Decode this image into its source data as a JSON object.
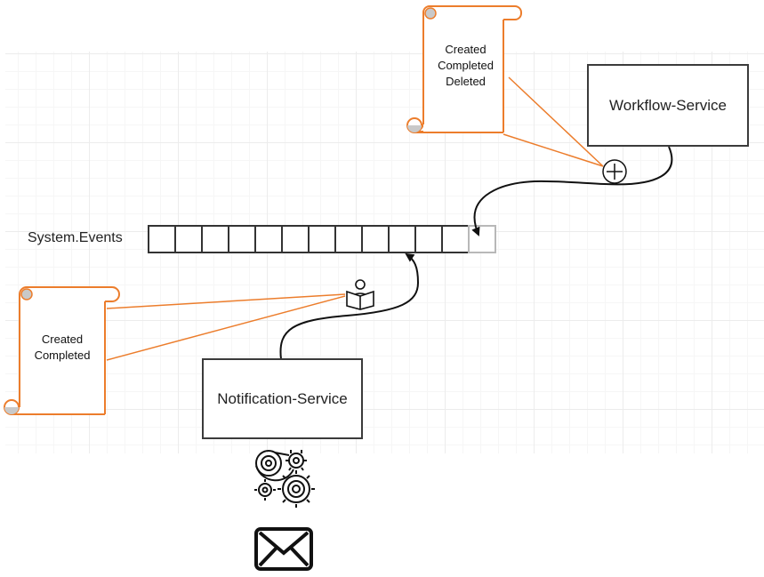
{
  "topic": {
    "label": "System.Events"
  },
  "services": {
    "workflow": "Workflow-Service",
    "notification": "Notification-Service"
  },
  "scrolls": {
    "workflow_events": [
      "Created",
      "Completed",
      "Deleted"
    ],
    "notification_events": [
      "Created",
      "Completed"
    ]
  },
  "icons": {
    "publish": "plus-circle-icon",
    "subscribe": "reader-icon",
    "processing": "gears-icon",
    "email": "envelope-icon"
  },
  "colors": {
    "scroll_stroke": "#ec7d2c",
    "line": "#ec7d2c",
    "box_border": "#3b3b3b",
    "scroll_curl": "#c9c9c9"
  }
}
